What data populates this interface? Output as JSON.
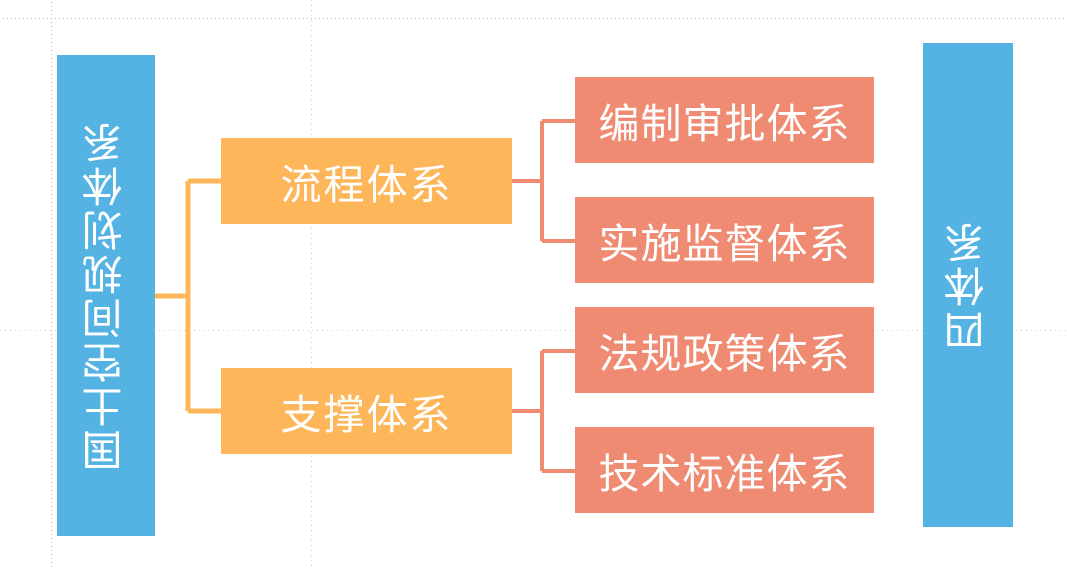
{
  "diagram": {
    "title_left": "国土空间规划体系",
    "title_right": "四体系",
    "colors": {
      "blue": "#55b3e4",
      "orange": "#fdb75a",
      "salmon": "#ef8b72",
      "text": "#ffffff",
      "background": "#ffffff",
      "grid": "#78788a"
    },
    "groups": [
      {
        "label": "流程体系",
        "children": [
          {
            "label": "编制审批体系"
          },
          {
            "label": "实施监督体系"
          }
        ]
      },
      {
        "label": "支撑体系",
        "children": [
          {
            "label": "法规政策体系"
          },
          {
            "label": "技术标准体系"
          }
        ]
      }
    ]
  }
}
